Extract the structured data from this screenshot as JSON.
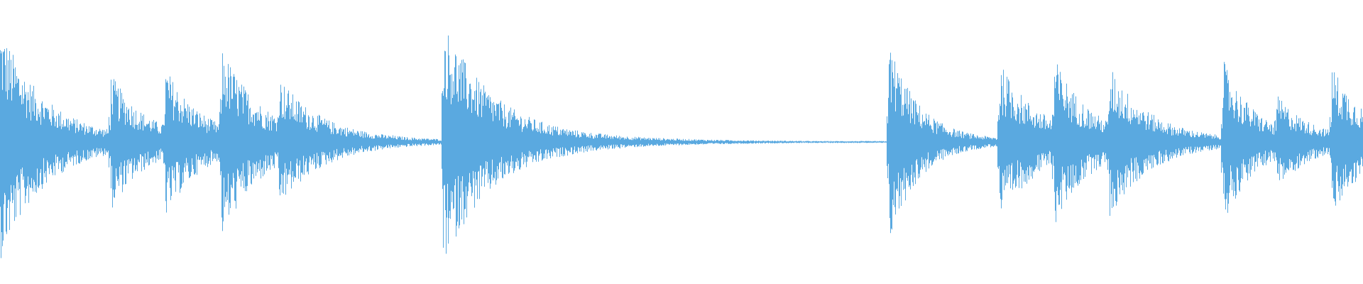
{
  "waveform": {
    "color": "#5aa9e0",
    "baseline_color": "#8cc3ea",
    "background": "#ffffff",
    "duration_fraction_note": "",
    "bursts": [
      {
        "t": 0.0,
        "peak": 0.85,
        "decay": 0.03
      },
      {
        "t": 0.081,
        "peak": 0.5,
        "decay": 0.025
      },
      {
        "t": 0.121,
        "peak": 0.55,
        "decay": 0.025
      },
      {
        "t": 0.162,
        "peak": 0.7,
        "decay": 0.028
      },
      {
        "t": 0.204,
        "peak": 0.48,
        "decay": 0.03
      },
      {
        "t": 0.288,
        "peak": 0.05,
        "decay": 0.006
      },
      {
        "t": 0.325,
        "peak": 0.88,
        "decay": 0.035
      },
      {
        "t": 0.408,
        "peak": 0.12,
        "decay": 0.008
      },
      {
        "t": 0.652,
        "peak": 0.74,
        "decay": 0.02
      },
      {
        "t": 0.733,
        "peak": 0.58,
        "decay": 0.028
      },
      {
        "t": 0.773,
        "peak": 0.62,
        "decay": 0.025
      },
      {
        "t": 0.814,
        "peak": 0.55,
        "decay": 0.028
      },
      {
        "t": 0.897,
        "peak": 0.6,
        "decay": 0.022
      },
      {
        "t": 0.936,
        "peak": 0.35,
        "decay": 0.025
      },
      {
        "t": 0.977,
        "peak": 0.56,
        "decay": 0.025
      }
    ]
  }
}
